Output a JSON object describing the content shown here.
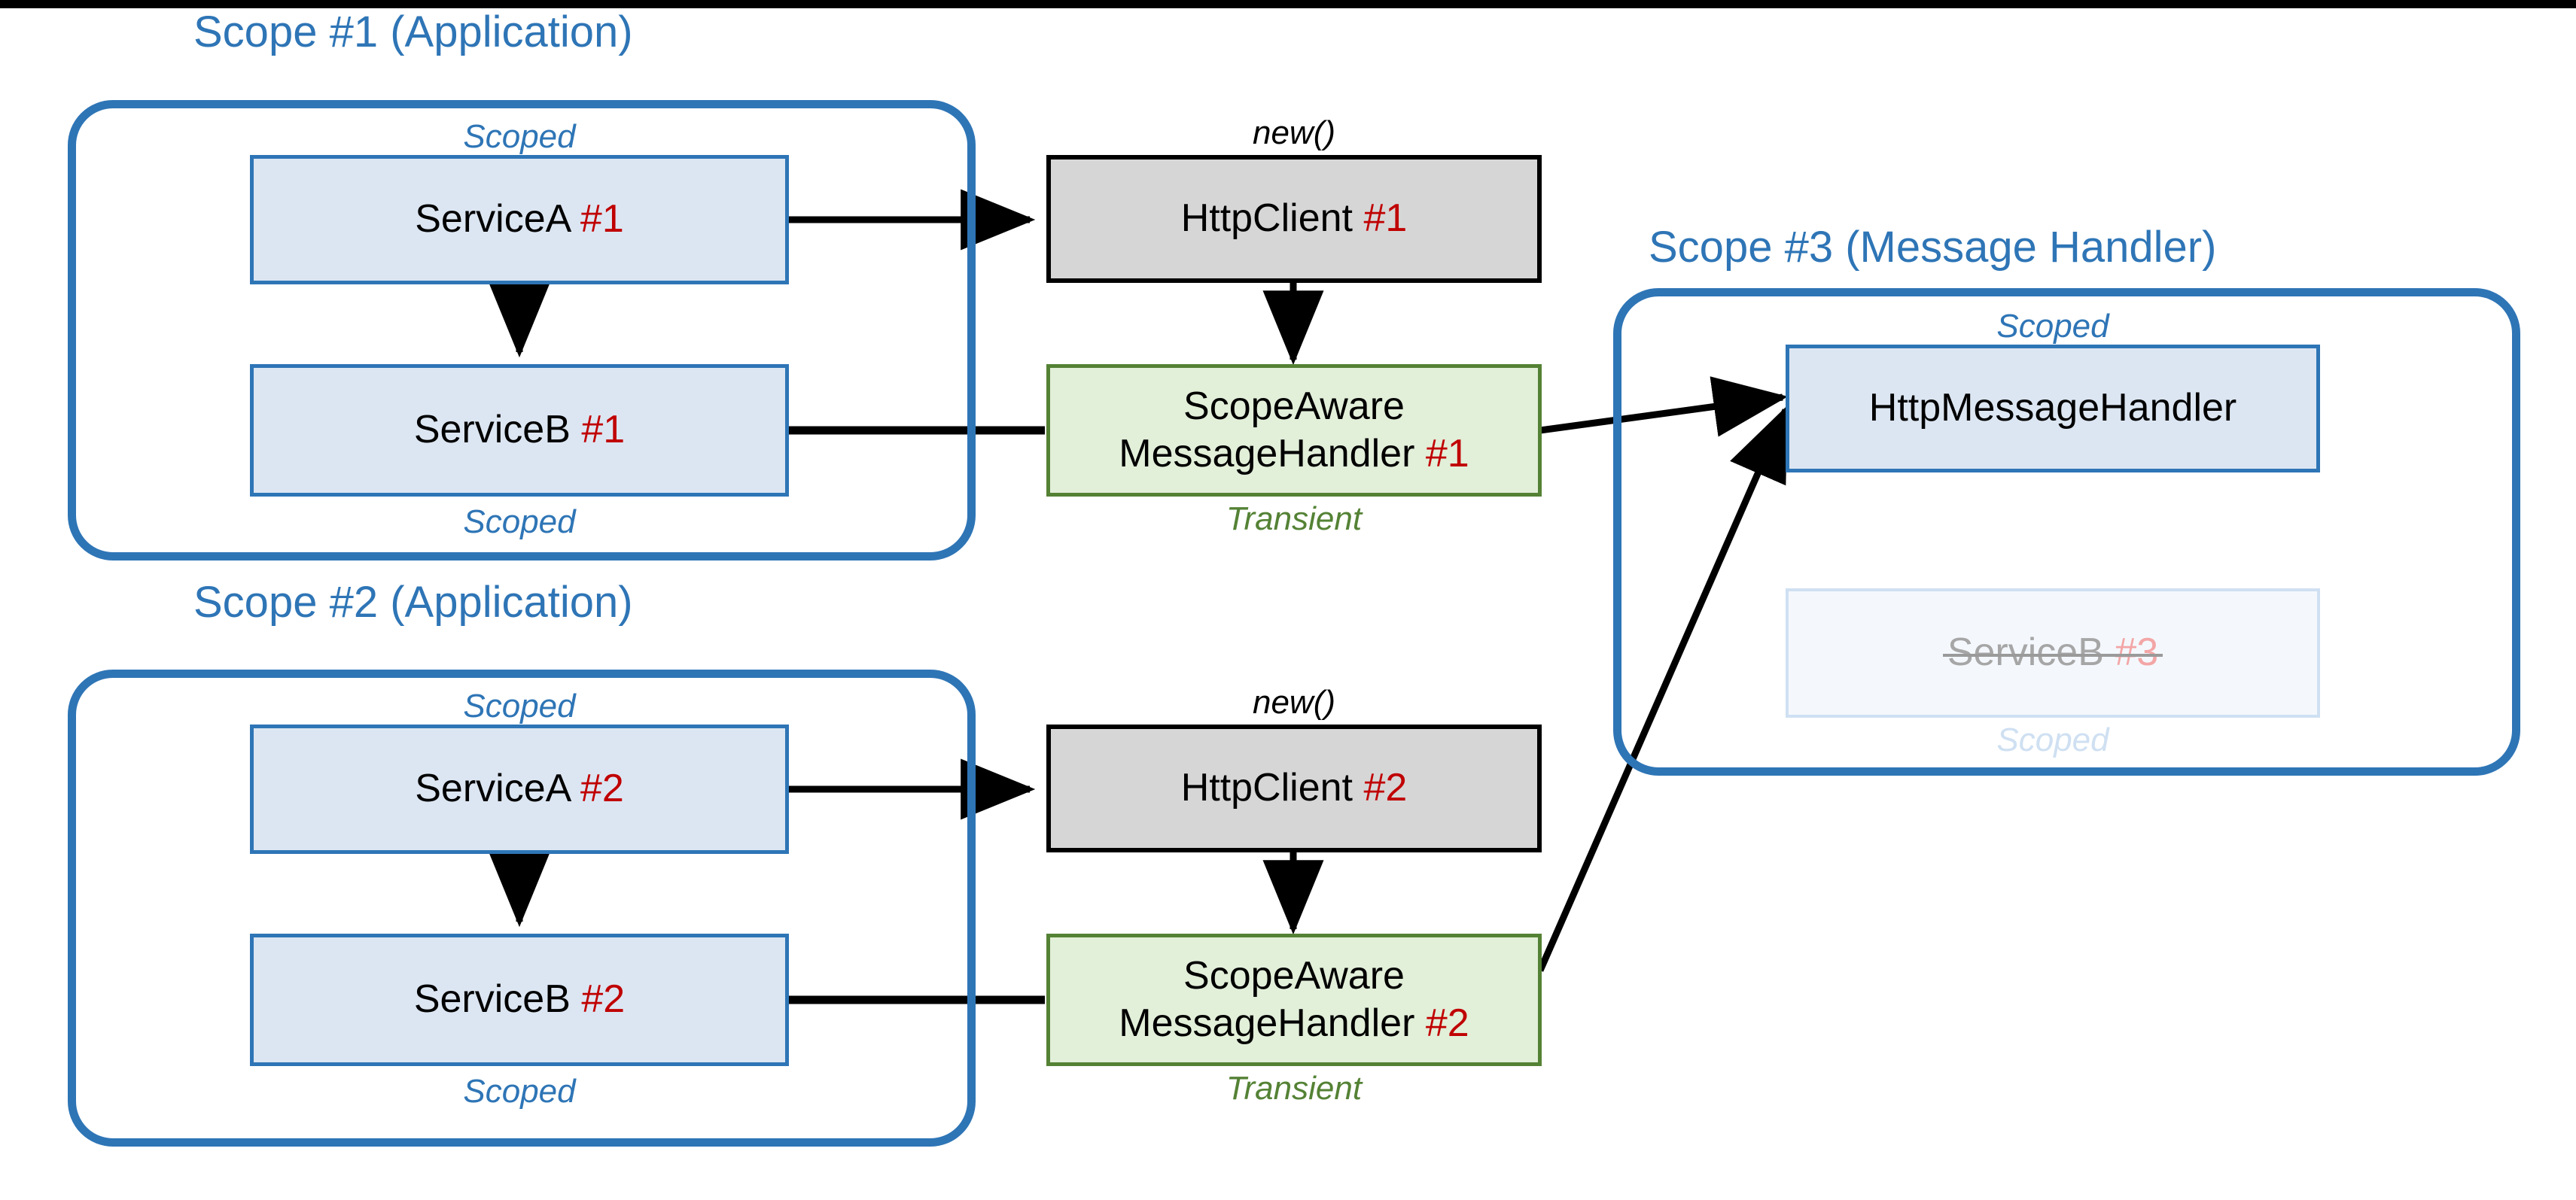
{
  "diagram": {
    "title": "HttpClient message handler scope lifetime diagram",
    "colors": {
      "scope_blue": "#2e75b6",
      "node_blue_fill": "#dce6f2",
      "node_gray_fill": "#d6d6d6",
      "node_green_fill": "#e2efd9",
      "node_green_border": "#548235",
      "instance_red": "#c00000",
      "faded_gray": "#a6a6a6"
    },
    "scopes": [
      {
        "id": "scope1",
        "title": "Scope #1 (Application)"
      },
      {
        "id": "scope2",
        "title": "Scope #2 (Application)"
      },
      {
        "id": "scope3",
        "title": "Scope #3 (Message Handler)"
      }
    ],
    "nodes": {
      "service_a_1": {
        "name": "ServiceA",
        "instance": "#1",
        "lifetime": "Scoped",
        "style": "blue"
      },
      "service_b_1": {
        "name": "ServiceB",
        "instance": "#1",
        "lifetime": "Scoped",
        "style": "blue"
      },
      "http_client_1": {
        "name": "HttpClient",
        "instance": "#1",
        "lifetime": "new()",
        "style": "gray"
      },
      "handler_1_line1": {
        "text": "ScopeAware"
      },
      "handler_1_line2": {
        "text": "MessageHandler",
        "instance": "#1",
        "lifetime": "Transient",
        "style": "green"
      },
      "service_a_2": {
        "name": "ServiceA",
        "instance": "#2",
        "lifetime": "Scoped",
        "style": "blue"
      },
      "service_b_2": {
        "name": "ServiceB",
        "instance": "#2",
        "lifetime": "Scoped",
        "style": "blue"
      },
      "http_client_2": {
        "name": "HttpClient",
        "instance": "#2",
        "lifetime": "new()",
        "style": "gray"
      },
      "handler_2_line1": {
        "text": "ScopeAware"
      },
      "handler_2_line2": {
        "text": "MessageHandler",
        "instance": "#2",
        "lifetime": "Transient",
        "style": "green"
      },
      "http_message_handler": {
        "name": "HttpMessageHandler",
        "instance": "",
        "lifetime": "Scoped",
        "style": "blue"
      },
      "service_b_3": {
        "name": "ServiceB",
        "instance": "#3",
        "lifetime": "Scoped",
        "style": "faded",
        "struck_out": true
      }
    },
    "labels": {
      "scoped": "Scoped",
      "transient": "Transient",
      "new_fn": "new()"
    },
    "edges": [
      {
        "from": "service_a_1",
        "to": "http_client_1",
        "kind": "arrow"
      },
      {
        "from": "service_a_1",
        "to": "service_b_1",
        "kind": "arrow"
      },
      {
        "from": "http_client_1",
        "to": "handler_1",
        "kind": "arrow"
      },
      {
        "from": "handler_1",
        "to": "service_b_1",
        "kind": "arrow"
      },
      {
        "from": "handler_1",
        "to": "http_message_handler",
        "kind": "arrow"
      },
      {
        "from": "service_a_2",
        "to": "http_client_2",
        "kind": "arrow"
      },
      {
        "from": "service_a_2",
        "to": "service_b_2",
        "kind": "arrow"
      },
      {
        "from": "http_client_2",
        "to": "handler_2",
        "kind": "arrow"
      },
      {
        "from": "handler_2",
        "to": "service_b_2",
        "kind": "arrow"
      },
      {
        "from": "handler_2",
        "to": "http_message_handler",
        "kind": "arrow"
      }
    ]
  }
}
